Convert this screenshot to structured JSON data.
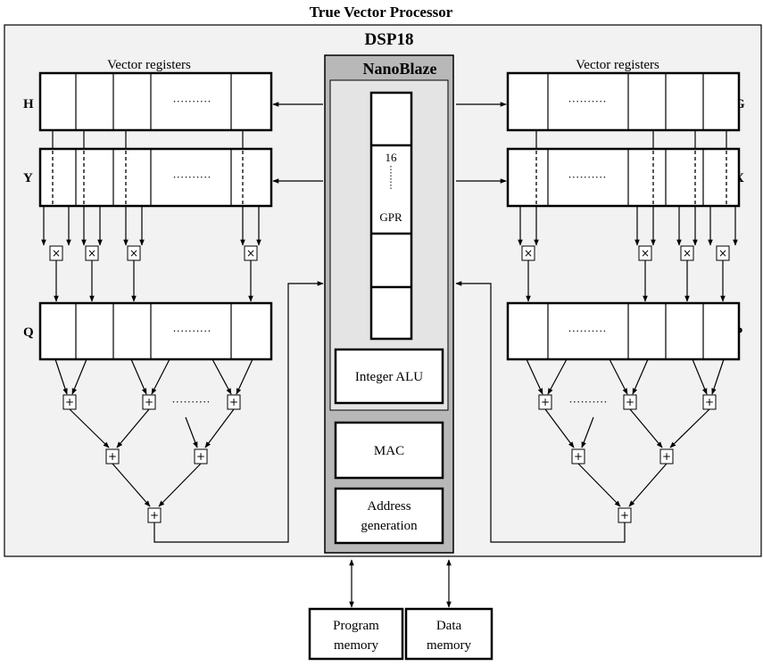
{
  "title": "True Vector Processor",
  "dsp": {
    "title": "DSP18",
    "core_title": "NanoBlaze",
    "gpr_count": "16",
    "gpr_label": "GPR",
    "alu_label": "Integer ALU",
    "mac_label": "MAC",
    "addr_line1": "Address",
    "addr_line2": "generation"
  },
  "left": {
    "heading": "Vector registers",
    "reg_top": "H",
    "reg_mid": "Y",
    "reg_out": "Q"
  },
  "right": {
    "heading": "Vector registers",
    "reg_top": "G",
    "reg_mid": "X",
    "reg_out": "P"
  },
  "memory": {
    "program_line1": "Program",
    "program_line2": "memory",
    "data_line1": "Data",
    "data_line2": "memory"
  },
  "symbols": {
    "multiply": "×",
    "add": "+",
    "dots": "··········"
  },
  "colors": {
    "outer_fill": "#f2f2f2",
    "dsp_fill": "#b8b8b8",
    "core_fill": "#e4e4e4",
    "stroke": "#000000"
  }
}
